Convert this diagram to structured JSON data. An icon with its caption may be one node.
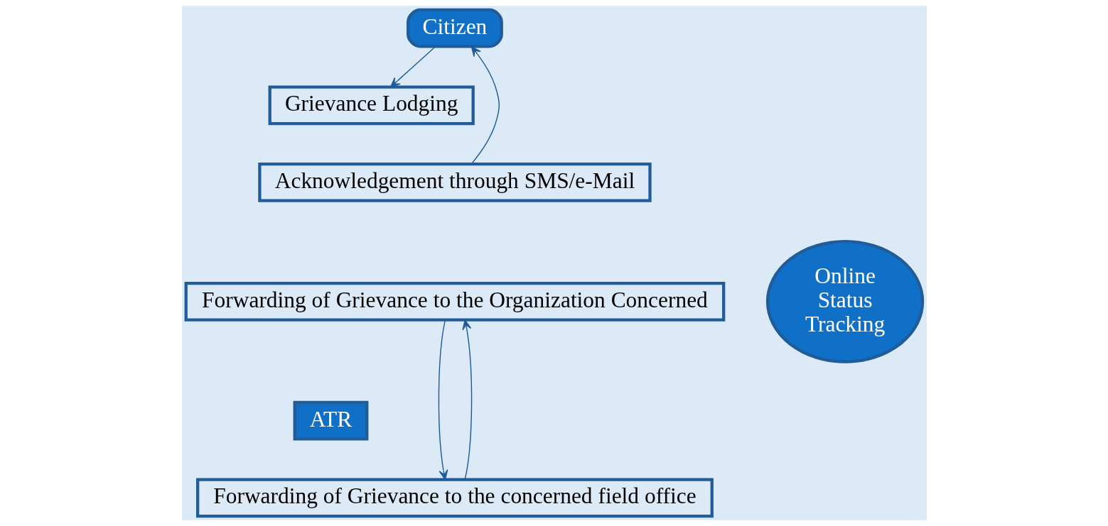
{
  "diagram": {
    "nodes": [
      {
        "text": [
          "Citizen"
        ]
      },
      {
        "text": [
          "Grievance Lodging"
        ]
      },
      {
        "text": [
          "Acknowledgement through SMS/e-Mail"
        ]
      },
      {
        "text": [
          "Forwarding of Grievance to the Organization Concerned"
        ]
      },
      {
        "text": [
          "ATR"
        ]
      },
      {
        "text": [
          "Forwarding of Grievance to the concerned field office"
        ]
      },
      {
        "text": [
          "Online Status Tracking"
        ]
      }
    ],
    "edges": [
      {
        "from": 0,
        "to": 1,
        "arrow": "to"
      },
      {
        "from": 2,
        "to": 0,
        "arrow": "to"
      },
      {
        "from": 3,
        "to": 5,
        "arrow": "to"
      },
      {
        "from": 5,
        "to": 3,
        "arrow": "to"
      }
    ]
  }
}
